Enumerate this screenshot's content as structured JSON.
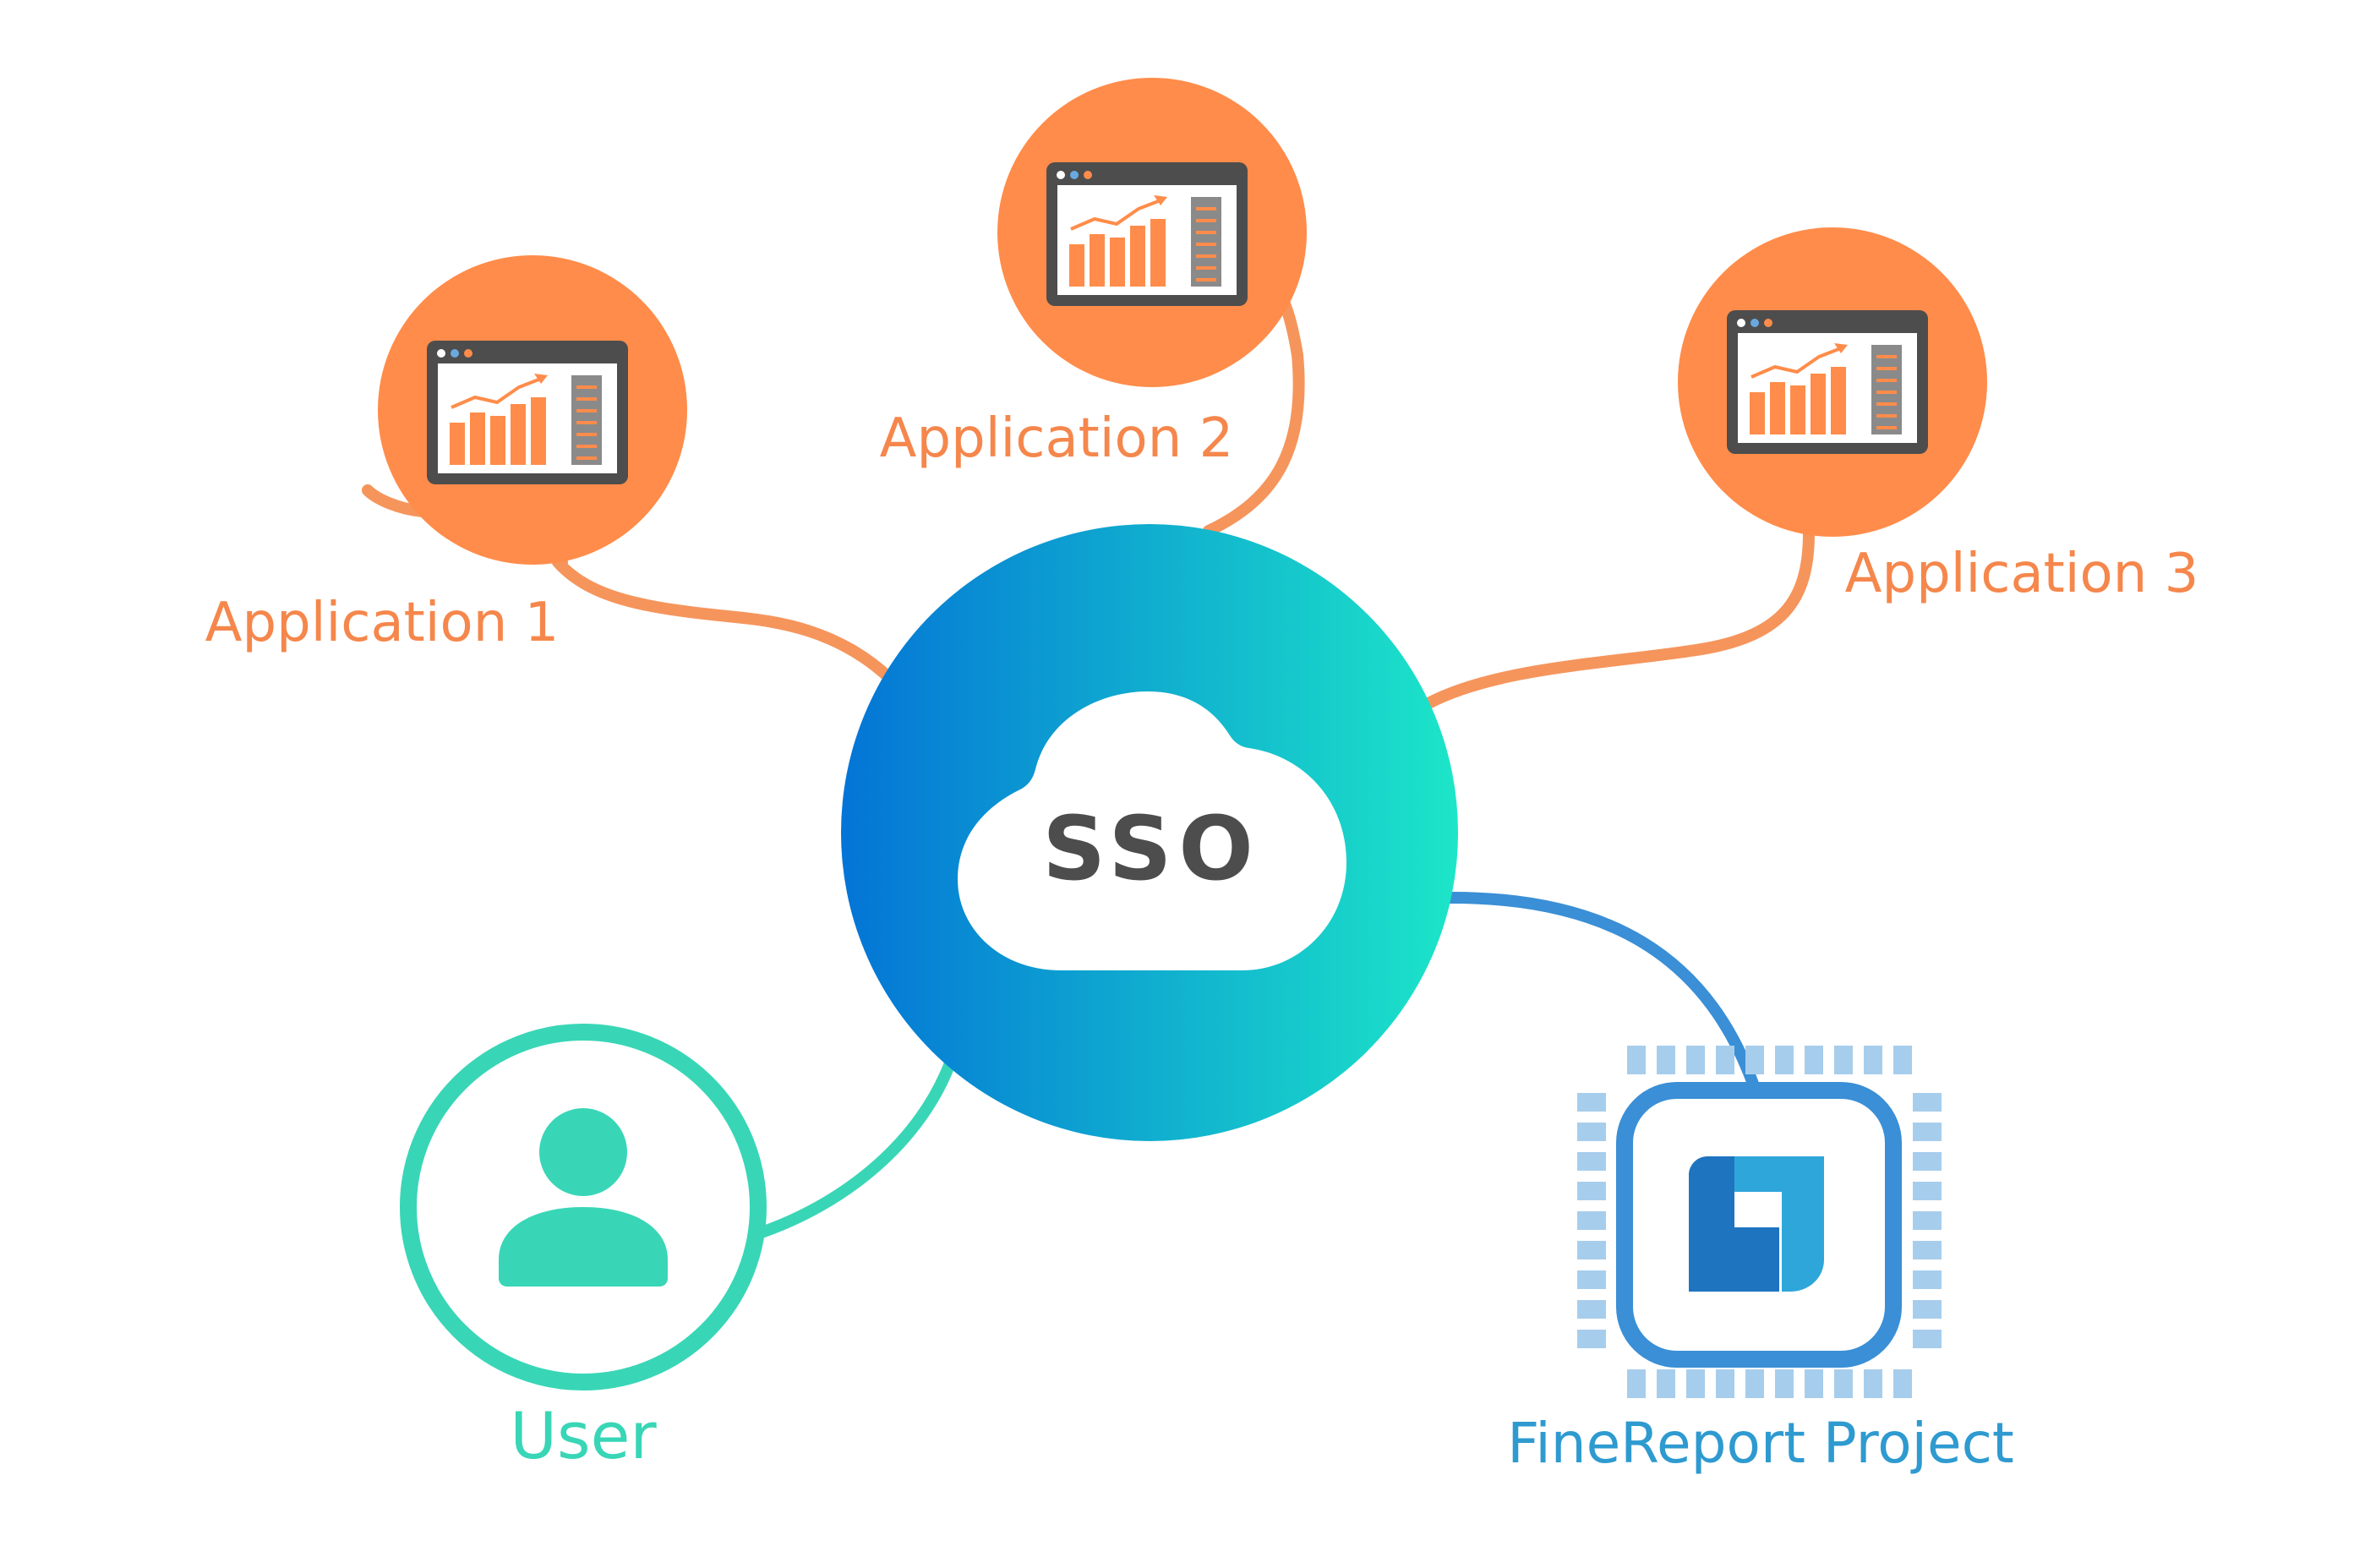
{
  "hub": {
    "label": "SSO",
    "icon": "cloud-icon"
  },
  "applications": [
    {
      "label": "Application 1",
      "icon": "dashboard-window-icon"
    },
    {
      "label": "Application 2",
      "icon": "dashboard-window-icon"
    },
    {
      "label": "Application 3",
      "icon": "dashboard-window-icon"
    }
  ],
  "user": {
    "label": "User",
    "icon": "user-icon"
  },
  "project": {
    "label": "FineReport Project",
    "icon": "finereport-logo-icon"
  },
  "colors": {
    "orange": "#ff8c4a",
    "orange_line": "#f5955c",
    "orange_text": "#f5874c",
    "teal": "#38d6b6",
    "blue": "#3a8fd6",
    "blue_text": "#2e9ad0",
    "hub_start": "#0474d6",
    "hub_end": "#1ce6c8",
    "dark": "#4d4d4d",
    "chip_pin": "#a7cdec"
  }
}
